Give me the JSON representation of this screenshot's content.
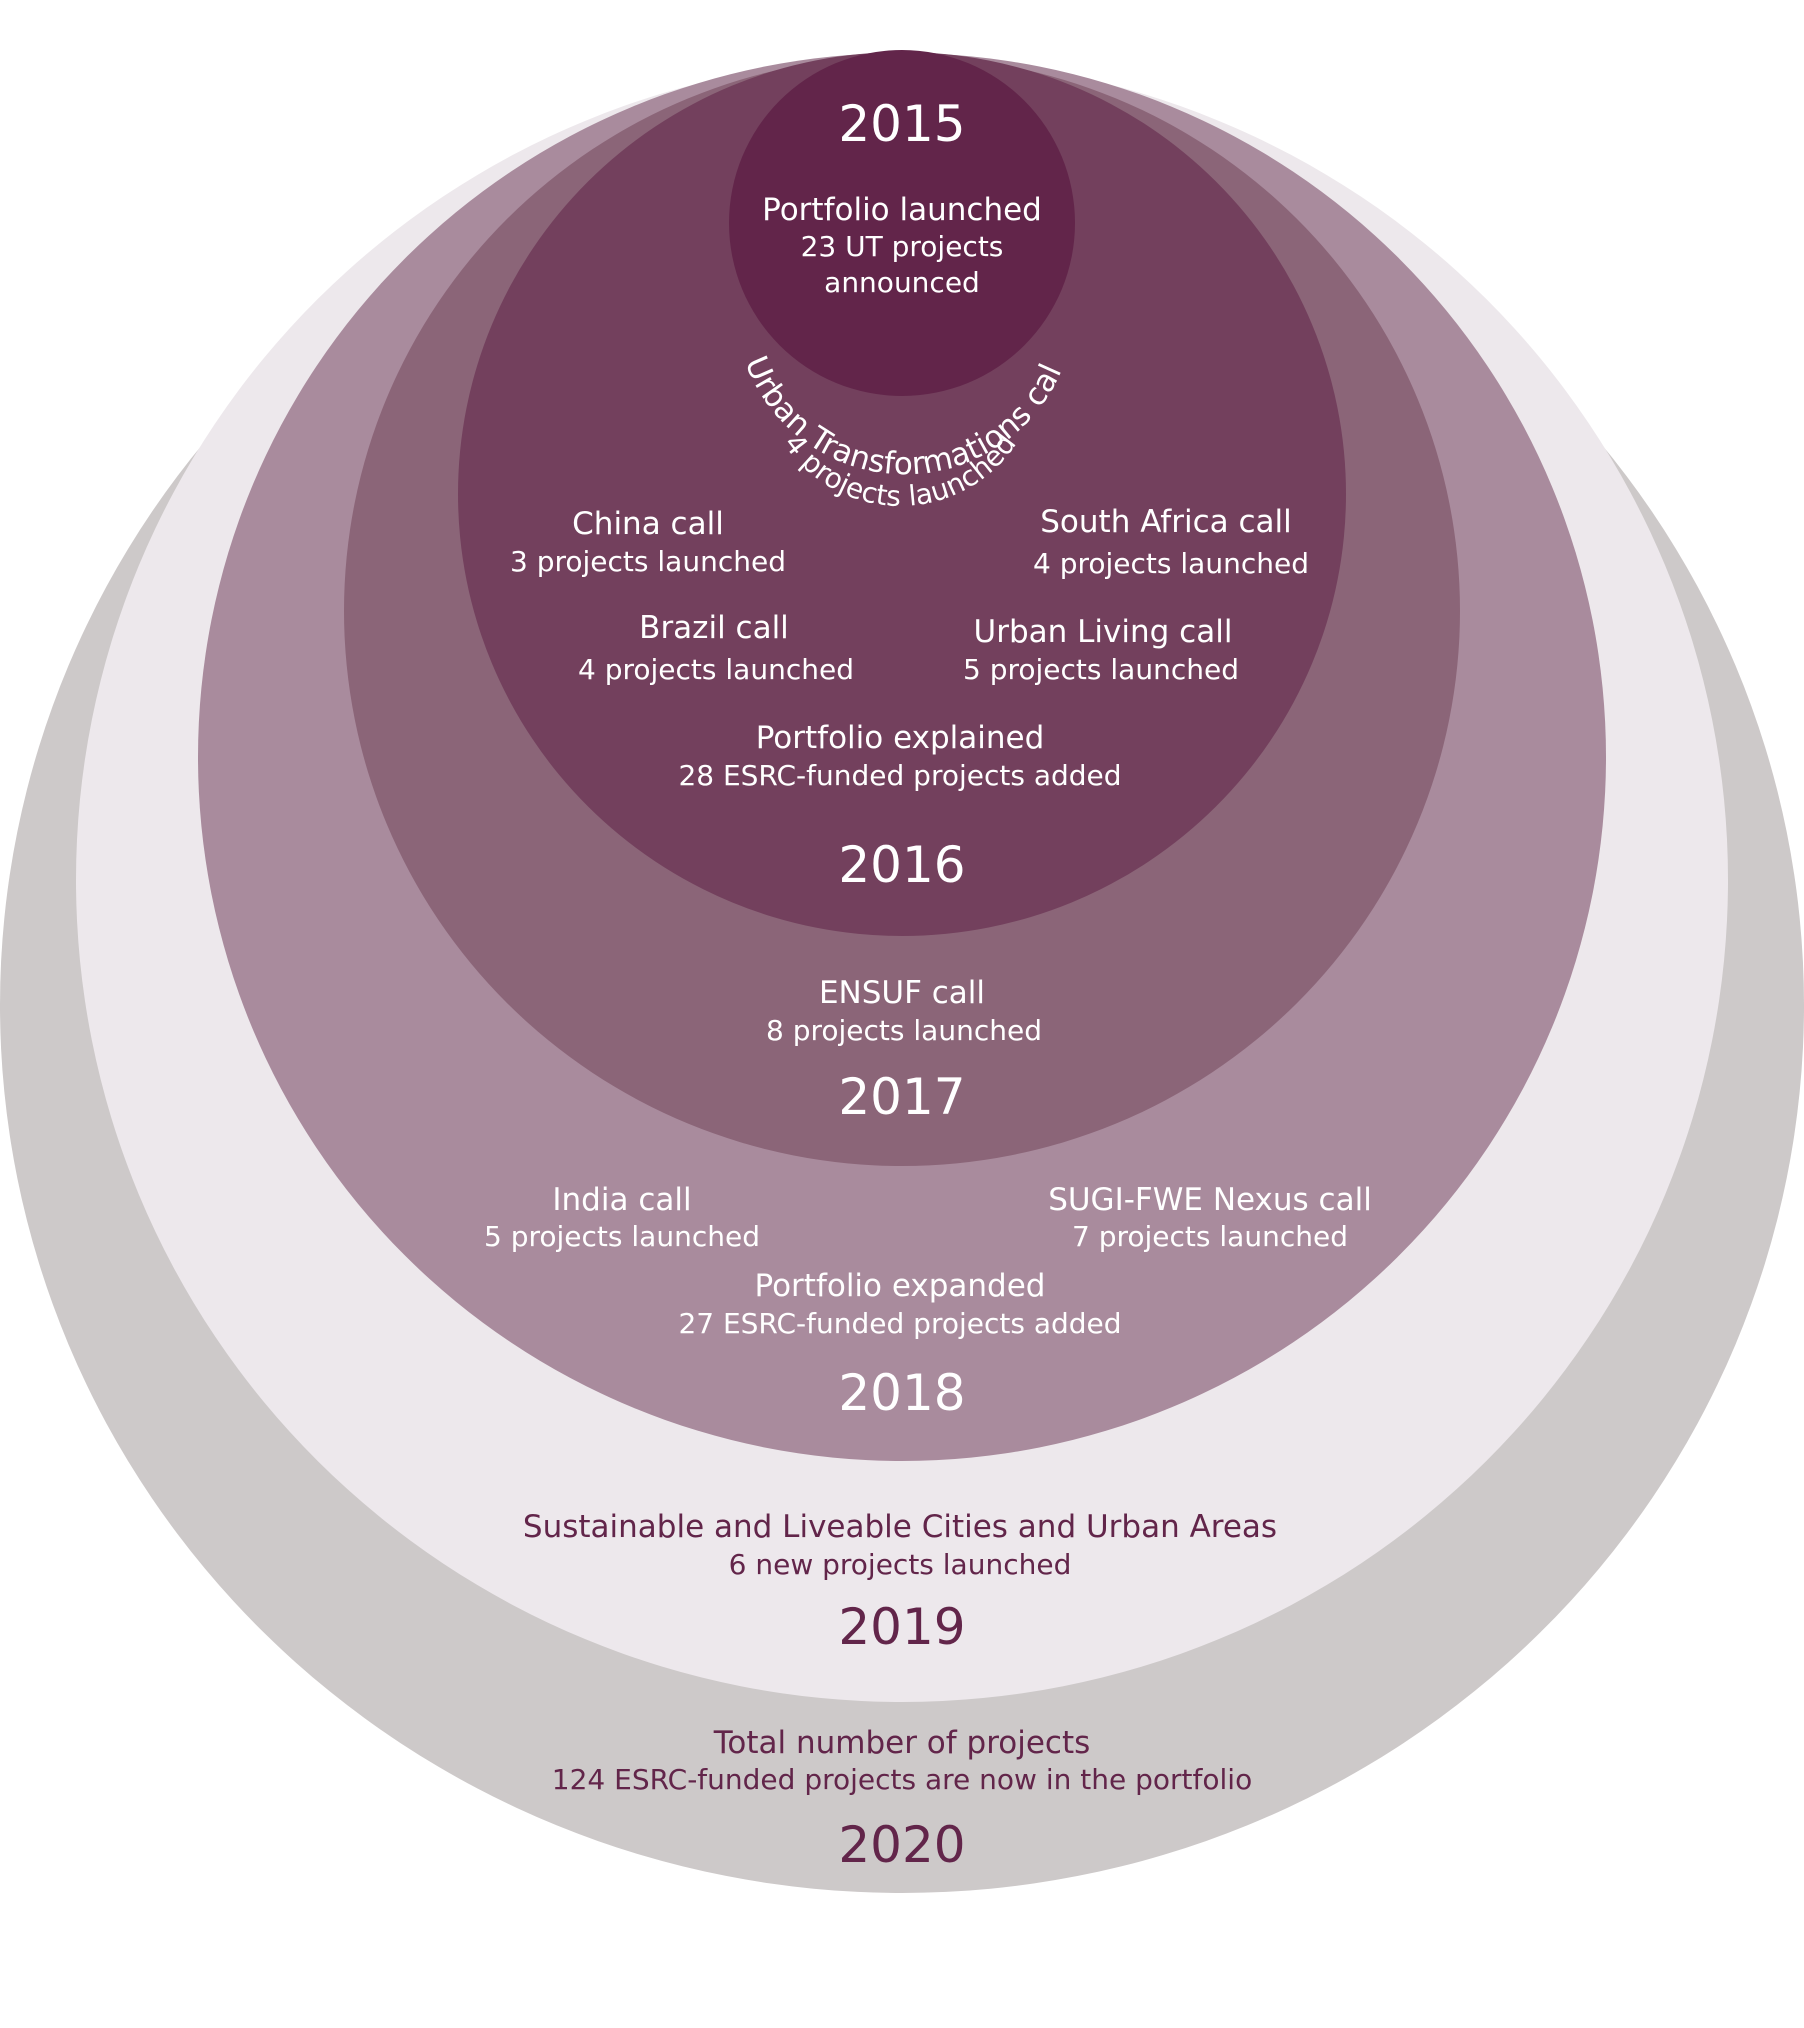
{
  "colors": {
    "background": "#ffffff",
    "ring_2020": "#cdc9c9",
    "ring_2019": "#ede8ec",
    "ring_2018": "#a98b9d",
    "ring_2017": "#8b6578",
    "ring_2016": "#73405d",
    "ring_2015": "#62254a",
    "text_light": "#ffffff",
    "text_dark": "#62254a"
  },
  "years": {
    "y2015": "2015",
    "y2016": "2016",
    "y2017": "2017",
    "y2018": "2018",
    "y2019": "2019",
    "y2020": "2020"
  },
  "events": {
    "portfolio_launched": {
      "title": "Portfolio launched",
      "line1": "23 UT projects",
      "line2": "announced"
    },
    "urban_transformations": {
      "title": "Urban Transformations call",
      "sub": "4 projects launched"
    },
    "china": {
      "title": "China call",
      "sub": "3 projects launched"
    },
    "south_africa": {
      "title": "South Africa call",
      "sub": "4 projects launched"
    },
    "brazil": {
      "title": "Brazil call",
      "sub": "4 projects launched"
    },
    "urban_living": {
      "title": "Urban Living call",
      "sub": "5 projects launched"
    },
    "portfolio_explained": {
      "title": "Portfolio explained",
      "sub": "28 ESRC-funded projects added"
    },
    "ensuf": {
      "title": "ENSUF call",
      "sub": "8 projects launched"
    },
    "india": {
      "title": "India call",
      "sub": "5 projects launched"
    },
    "sugi": {
      "title": "SUGI-FWE Nexus call",
      "sub": "7 projects launched"
    },
    "portfolio_expanded": {
      "title": "Portfolio expanded",
      "sub": "27 ESRC-funded projects added"
    },
    "sustainable_cities": {
      "title": "Sustainable and Liveable Cities and Urban Areas",
      "sub": "6 new projects launched"
    },
    "total": {
      "title": "Total number of projects",
      "sub": "124 ESRC-funded projects are now in the portfolio"
    }
  }
}
